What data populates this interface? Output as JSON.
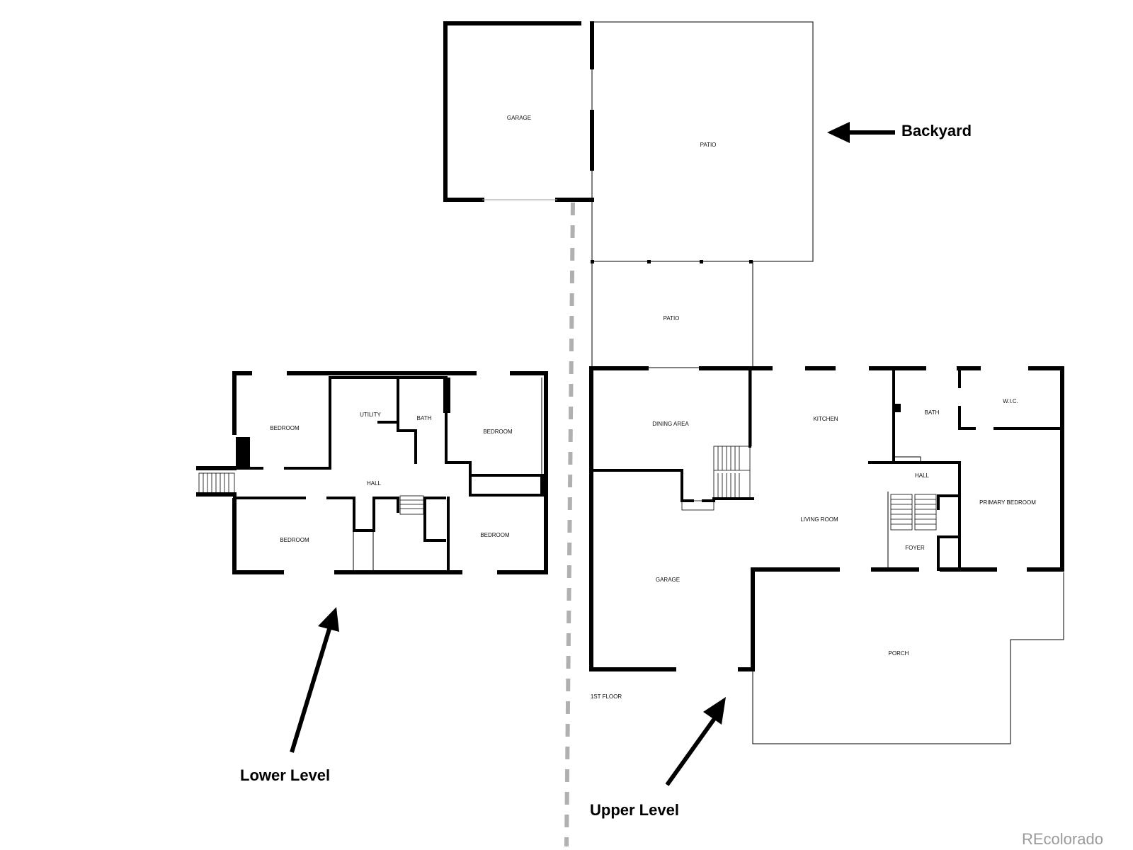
{
  "annotations": {
    "backyard": "Backyard",
    "lower_level": "Lower Level",
    "upper_level": "Upper Level",
    "first_floor": "1ST FLOOR"
  },
  "detached": {
    "garage": "GARAGE",
    "patio": "PATIO"
  },
  "lower_level": {
    "bedroom_nw": "BEDROOM",
    "utility": "UTILITY",
    "bath": "BATH",
    "bedroom_ne": "BEDROOM",
    "hall": "HALL",
    "bedroom_sw": "BEDROOM",
    "bedroom_se": "BEDROOM"
  },
  "upper_level": {
    "patio": "PATIO",
    "dining_area": "DINING AREA",
    "kitchen": "KITCHEN",
    "bath": "BATH",
    "wic": "W.I.C.",
    "hall": "HALL",
    "primary_bedroom": "PRIMARY BEDROOM",
    "living_room": "LIVING ROOM",
    "foyer": "FOYER",
    "garage": "GARAGE",
    "porch": "PORCH"
  },
  "watermark": "REcolorado"
}
